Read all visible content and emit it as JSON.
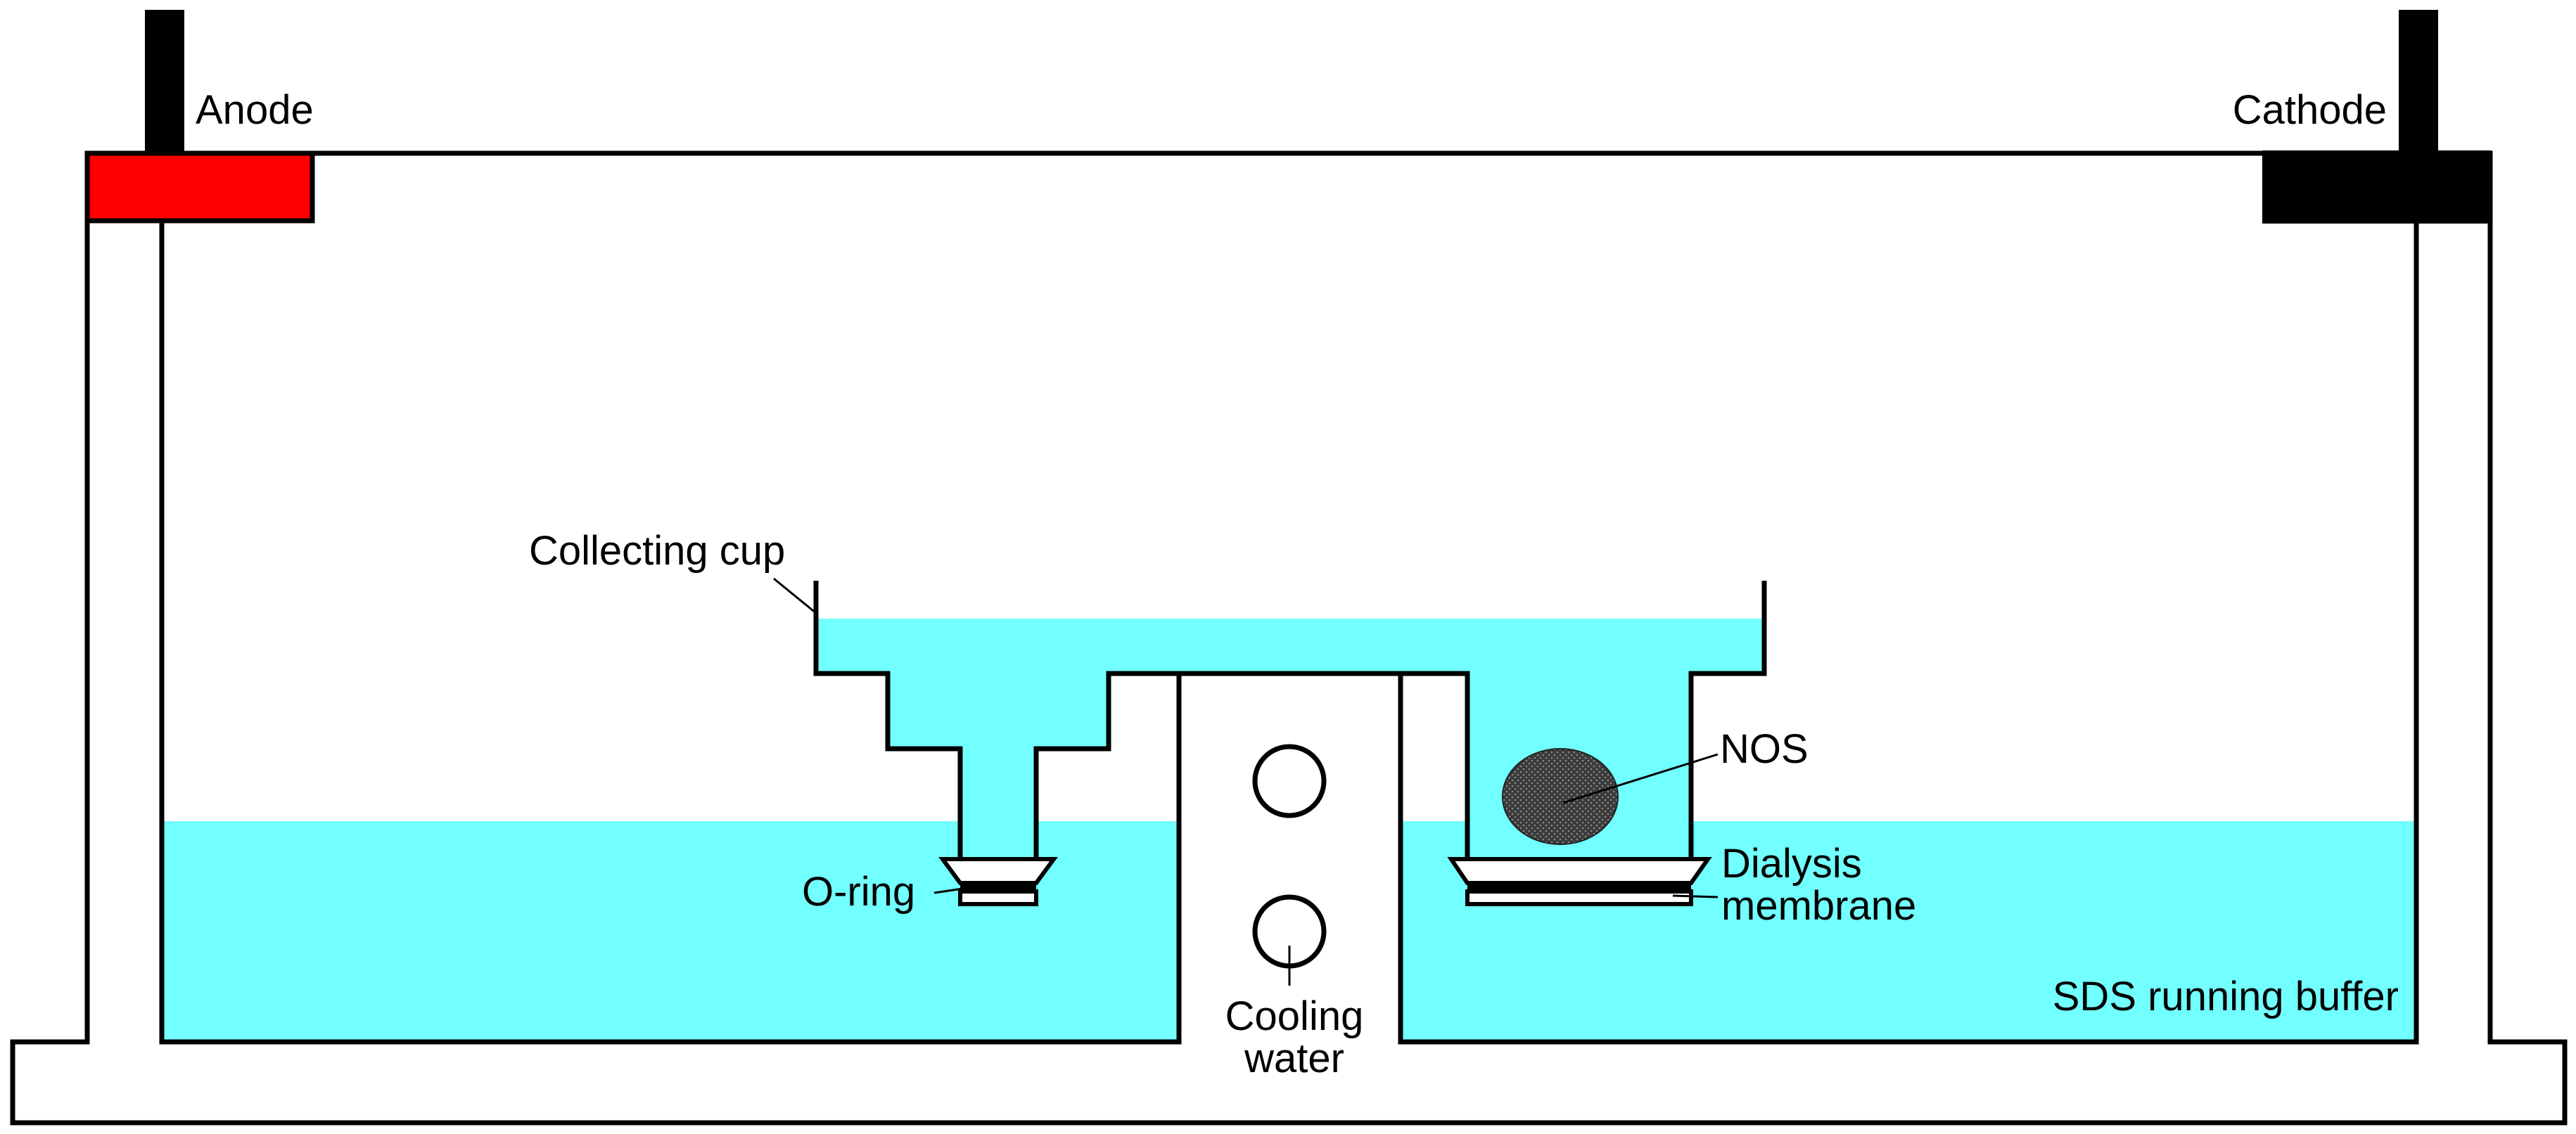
{
  "labels": {
    "anode": "Anode",
    "cathode": "Cathode",
    "collecting_cup": "Collecting cup",
    "nos": "NOS",
    "o_ring": "O-ring",
    "dialysis_membrane_line1": "Dialysis",
    "dialysis_membrane_line2": "membrane",
    "cooling_water_line1": "Cooling",
    "cooling_water_line2": "water",
    "sds_running_buffer": "SDS running buffer"
  },
  "colors": {
    "buffer": "#72FFFF",
    "anode": "#FF0000",
    "cathode": "#000000",
    "nos_sample": "#404040",
    "outline": "#000000",
    "background": "#FFFFFF"
  }
}
